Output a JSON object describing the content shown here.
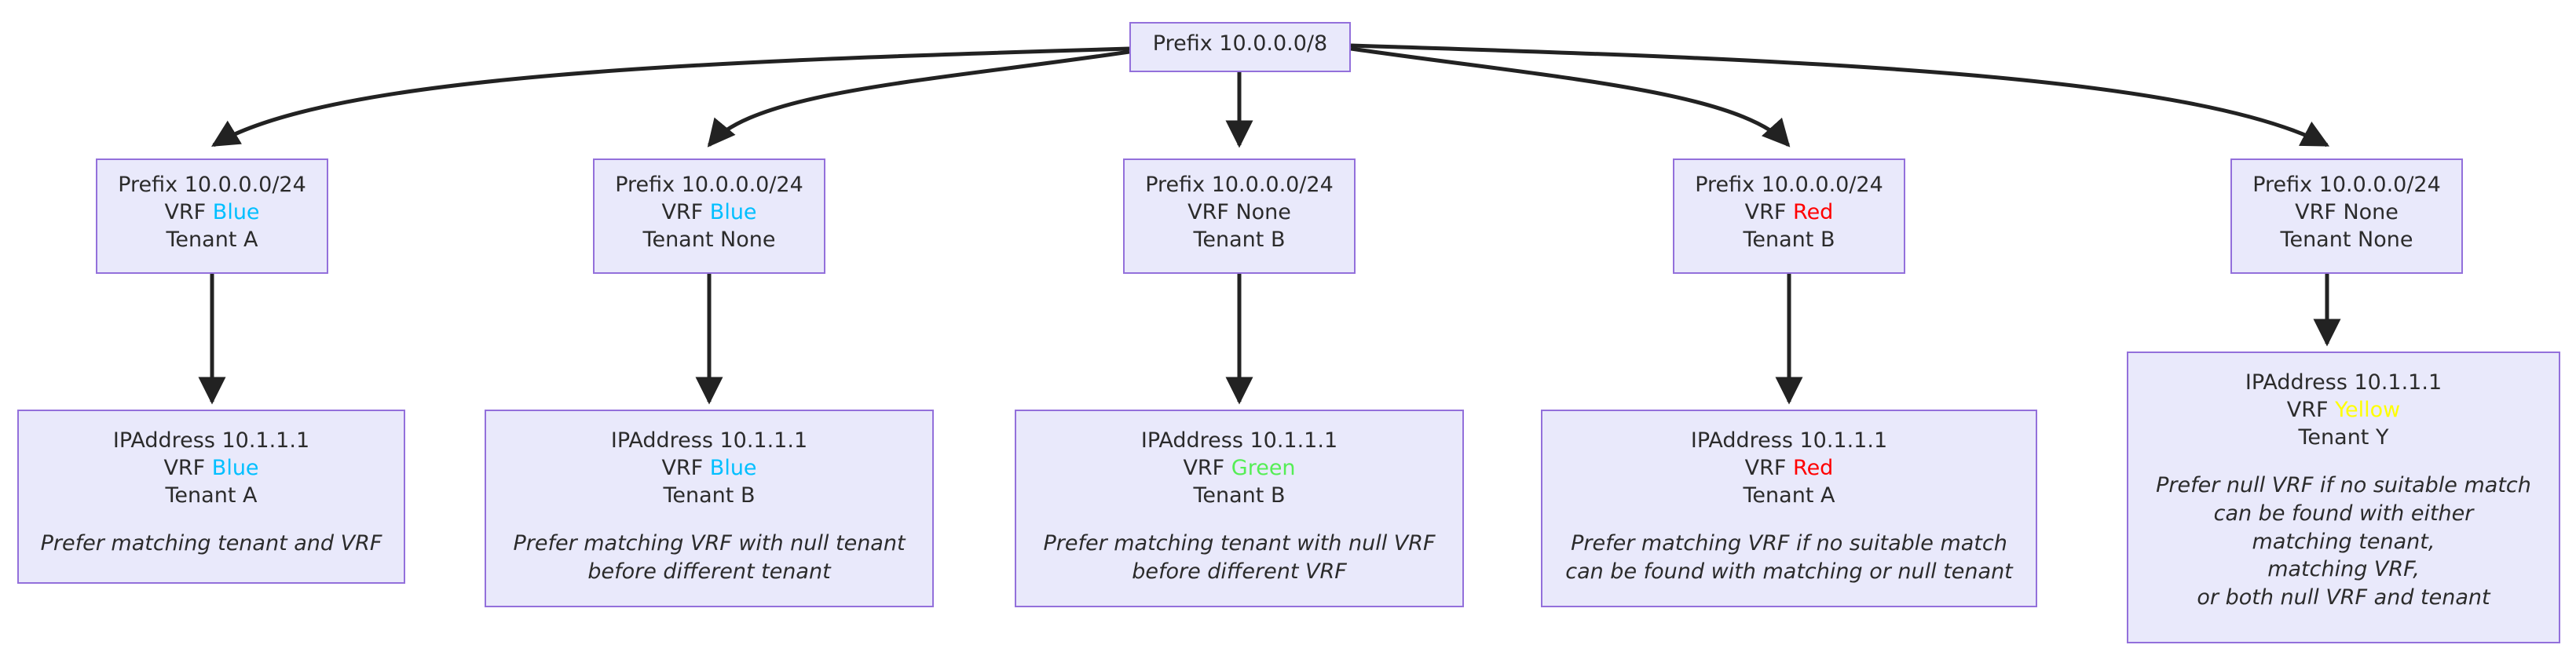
{
  "diagram": {
    "type": "tree",
    "title": "",
    "root": {
      "id": "root",
      "label": "Prefix 10.0.0.0/8"
    },
    "colors": {
      "node_fill": "#e9e9fb",
      "node_border": "#9370db",
      "edge": "#222222",
      "text": "#2b2b2b",
      "vrf_blue": "#00bfff",
      "vrf_green": "#55ee55",
      "vrf_red": "#ff0000",
      "vrf_yellow": "#ffff00",
      "vrf_none": "#2b2b2b",
      "background": "#ffffff"
    },
    "branches": [
      {
        "id": "branch-1",
        "prefix": {
          "line1": "Prefix 10.0.0.0/24",
          "vrf_label": "VRF ",
          "vrf_value": "Blue",
          "vrf_color": "#00bfff",
          "tenant": "Tenant A"
        },
        "ipaddress": {
          "line1": "IPAddress 10.1.1.1",
          "vrf_label": "VRF ",
          "vrf_value": "Blue",
          "vrf_color": "#00bfff",
          "tenant": "Tenant A",
          "note": "Prefer matching tenant and VRF"
        }
      },
      {
        "id": "branch-2",
        "prefix": {
          "line1": "Prefix 10.0.0.0/24",
          "vrf_label": "VRF ",
          "vrf_value": "Blue",
          "vrf_color": "#00bfff",
          "tenant": "Tenant None"
        },
        "ipaddress": {
          "line1": "IPAddress 10.1.1.1",
          "vrf_label": "VRF ",
          "vrf_value": "Blue",
          "vrf_color": "#00bfff",
          "tenant": "Tenant B",
          "note": "Prefer matching VRF with null tenant\nbefore different tenant"
        }
      },
      {
        "id": "branch-3",
        "prefix": {
          "line1": "Prefix 10.0.0.0/24",
          "vrf_label": "VRF ",
          "vrf_value": "None",
          "vrf_color": "#2b2b2b",
          "tenant": "Tenant B"
        },
        "ipaddress": {
          "line1": "IPAddress 10.1.1.1",
          "vrf_label": "VRF ",
          "vrf_value": "Green",
          "vrf_color": "#55ee55",
          "tenant": "Tenant B",
          "note": "Prefer matching tenant with null VRF\nbefore different VRF"
        }
      },
      {
        "id": "branch-4",
        "prefix": {
          "line1": "Prefix 10.0.0.0/24",
          "vrf_label": "VRF ",
          "vrf_value": "Red",
          "vrf_color": "#ff0000",
          "tenant": "Tenant B"
        },
        "ipaddress": {
          "line1": "IPAddress 10.1.1.1",
          "vrf_label": "VRF ",
          "vrf_value": "Red",
          "vrf_color": "#ff0000",
          "tenant": "Tenant A",
          "note": "Prefer matching VRF if no suitable match\ncan be found with matching or null tenant"
        }
      },
      {
        "id": "branch-5",
        "prefix": {
          "line1": "Prefix 10.0.0.0/24",
          "vrf_label": "VRF ",
          "vrf_value": "None",
          "vrf_color": "#2b2b2b",
          "tenant": "Tenant None"
        },
        "ipaddress": {
          "line1": "IPAddress 10.1.1.1",
          "vrf_label": "VRF ",
          "vrf_value": "Yellow",
          "vrf_color": "#ffff00",
          "tenant": "Tenant Y",
          "note": "Prefer null VRF if no suitable match\ncan be found with either\nmatching tenant,\nmatching VRF,\nor both null VRF and tenant"
        }
      }
    ]
  }
}
